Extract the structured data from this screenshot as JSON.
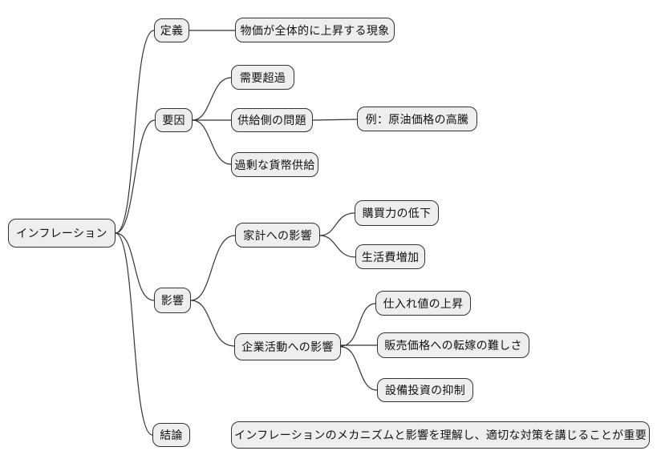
{
  "diagram": {
    "type": "mindmap",
    "topic": "インフレーション",
    "colors": {
      "background": "#ffffff",
      "node_fill": "#eeeeee",
      "node_border": "#333333",
      "edge": "#333333",
      "text": "#111111"
    },
    "nodes": [
      {
        "id": "root",
        "label": "インフレーション",
        "parent": null
      },
      {
        "id": "teigi",
        "label": "定義",
        "parent": "root"
      },
      {
        "id": "teigi_desc",
        "label": "物価が全体的に上昇する現象",
        "parent": "teigi"
      },
      {
        "id": "yoin",
        "label": "要因",
        "parent": "root"
      },
      {
        "id": "juyo",
        "label": "需要超過",
        "parent": "yoin"
      },
      {
        "id": "kyokyu",
        "label": "供給側の問題",
        "parent": "yoin"
      },
      {
        "id": "genyu",
        "label": "例：原油価格の高騰",
        "parent": "kyokyu"
      },
      {
        "id": "kajo",
        "label": "過剰な貨幣供給",
        "parent": "yoin"
      },
      {
        "id": "eikyo",
        "label": "影響",
        "parent": "root"
      },
      {
        "id": "kakei",
        "label": "家計への影響",
        "parent": "eikyo"
      },
      {
        "id": "kobai",
        "label": "購買力の低下",
        "parent": "kakei"
      },
      {
        "id": "seikatsu",
        "label": "生活費増加",
        "parent": "kakei"
      },
      {
        "id": "kigyo",
        "label": "企業活動への影響",
        "parent": "eikyo"
      },
      {
        "id": "shiire",
        "label": "仕入れ値の上昇",
        "parent": "kigyo"
      },
      {
        "id": "hanbai",
        "label": "販売価格への転嫁の難しさ",
        "parent": "kigyo"
      },
      {
        "id": "setsubi",
        "label": "設備投資の抑制",
        "parent": "kigyo"
      },
      {
        "id": "ketsuron",
        "label": "結論",
        "parent": "root"
      },
      {
        "id": "ketsuron_desc",
        "label": "インフレーションのメカニズムと影響を理解し、適切な対策を講じることが重要",
        "parent": "ketsuron"
      }
    ]
  }
}
